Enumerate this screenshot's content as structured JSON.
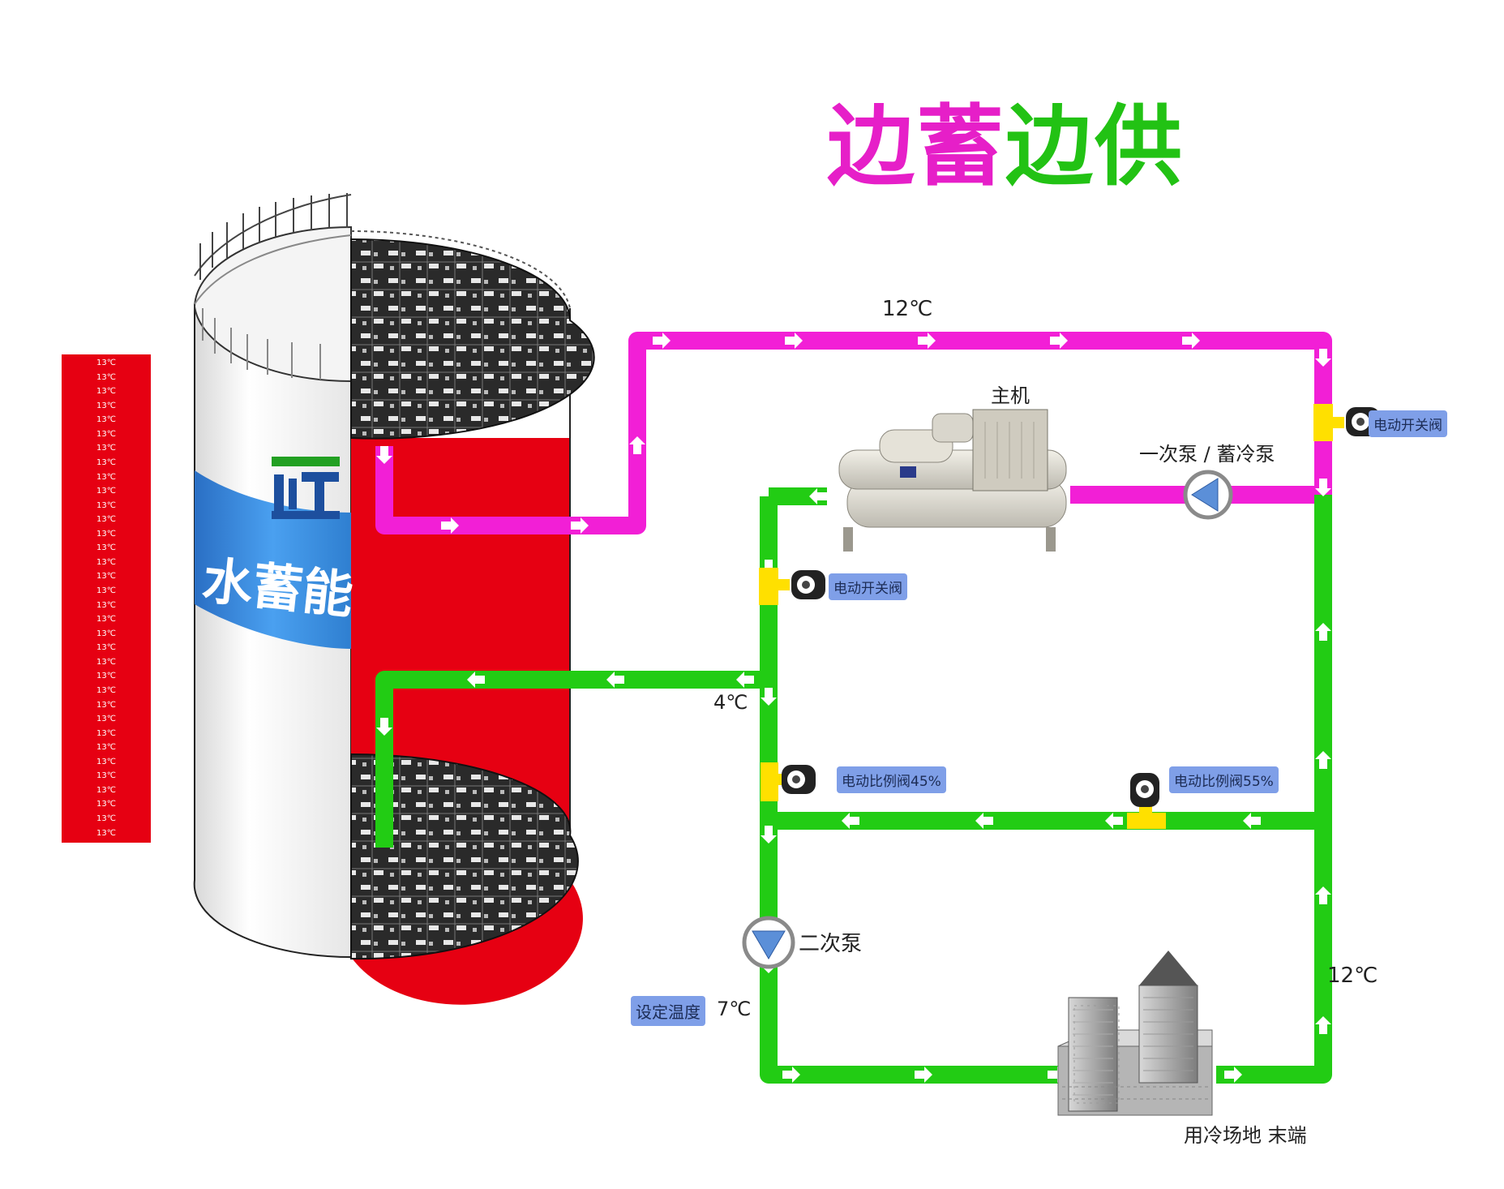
{
  "title": {
    "part1": "边蓄",
    "part2": "边供",
    "color1": "#e61fc8",
    "color2": "#22c214"
  },
  "tank": {
    "brand_text": "水蓄能",
    "logo_icon": "company-logo",
    "level_readings": [
      "13℃",
      "13℃",
      "13℃",
      "13℃",
      "13℃",
      "13℃",
      "13℃",
      "13℃",
      "13℃",
      "13℃",
      "13℃",
      "13℃",
      "13℃",
      "13℃",
      "13℃",
      "13℃",
      "13℃",
      "13℃",
      "13℃",
      "13℃",
      "13℃",
      "13℃",
      "13℃",
      "13℃",
      "13℃",
      "13℃",
      "13℃",
      "13℃",
      "13℃",
      "13℃",
      "13℃",
      "13℃",
      "13℃",
      "13℃"
    ]
  },
  "labels": {
    "temp_top": "12℃",
    "chiller": "主机",
    "primary_pump": "一次泵 / 蓄冷泵",
    "temp_supply_tank": "4℃",
    "secondary_pump": "二次泵",
    "setpoint_tag": "设定温度",
    "setpoint_value": "7℃",
    "temp_return": "12℃",
    "load": "用冷场地 末端"
  },
  "valves": {
    "on_off_1": "电动开关阀",
    "on_off_2": "电动开关阀",
    "proportional_1": "电动比例阀45%",
    "proportional_2": "电动比例阀55%"
  },
  "colors": {
    "warm_pipe": "#f21fd6",
    "cold_pipe": "#22cc14",
    "tank_red": "#e60012",
    "valve_yellow": "#ffe000",
    "tag_blue": "#7f9fe8",
    "brand_band": "#2f7fd0"
  }
}
